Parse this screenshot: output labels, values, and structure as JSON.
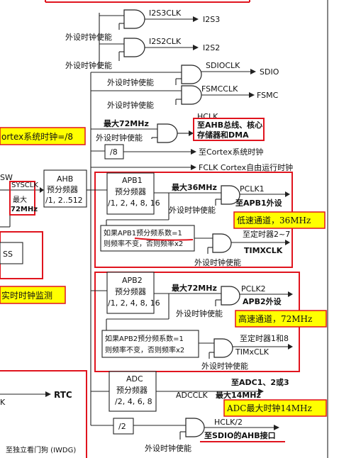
{
  "labels": {
    "i2s3clk": "I2S3CLK",
    "i2s3": "I2S3",
    "en1": "外设时钟使能",
    "i2s2clk": "I2S2CLK",
    "i2s2": "I2S2",
    "en2": "外设时钟使能",
    "sdioclk": "SDIOCLK",
    "sdio": "SDIO",
    "en3": "外设时钟使能",
    "fsmcclk": "FSMCCLK",
    "fsmc": "FSMC",
    "en4": "外设时钟使能",
    "max72_top": "最大72MHz",
    "hclk": "HCLK",
    "hclk_dest_line1": "至AHB总线、核心",
    "hclk_dest_line2": "存储器和DMA",
    "en5": "外设时钟使能",
    "div8": "/8",
    "cortex_tick": "至Cortex系统时钟",
    "fclk": "FCLK Cortex自由运行时钟",
    "cortex_note": "ortex系统时钟=/8",
    "sw": "SW",
    "sysclk": "SYSCLK",
    "sysclk_max_1": "最大",
    "sysclk_max_2": "72MHz",
    "ahb_1": "AHB",
    "ahb_2": "预分频器",
    "ahb_3": "/1, 2..512",
    "css": "SS",
    "rtc_monitor_note": "实时时钟监测",
    "apb1_1": "APB1",
    "apb1_2": "预分频器",
    "apb1_3": "/1, 2, 4, 8, 16",
    "max36": "最大36MHz",
    "pclk1": "PCLK1",
    "apb1_dest": "至APB1外设",
    "en6": "外设时钟使能",
    "apb1_note": "低速通道，36MHz",
    "apb1_rule_1": "如果APB1预分频系数=1",
    "apb1_rule_2": "则频率不变，否则频率x2",
    "timer27": "至定时器2~7",
    "timxclk_1": "TIMXCLK",
    "en7": "外设时钟使能",
    "apb2_1": "APB2",
    "apb2_2": "预分频器",
    "apb2_3": "/1, 2, 4, 8, 16",
    "max72_apb2": "最大72MHz",
    "pclk2": "PCLK2",
    "apb2_dest": "APB2外设",
    "en8": "外设时钟使能",
    "apb2_note": "高速通道，72MHz",
    "apb2_rule_1": "如果APB2预分频系数=1",
    "apb2_rule_2": "则频率不变，否则频率x2",
    "timer18": "至定时器1和8",
    "timxclk_2": "TIMxCLK",
    "en9": "外设时钟使能",
    "adc_1": "ADC",
    "adc_2": "预分频器",
    "adc_3": "/2, 4, 6, 8",
    "adc_dest": "至ADC1、2或3",
    "adcclk": "ADCCLK",
    "adcclk_max": "最大14MHz",
    "adc_note": "ADC最大时钟14MHz",
    "rtc": "RTC",
    "rtc_k": "K",
    "div2": "/2",
    "hclk2": "HCLK/2",
    "sdio_ahb": "至SDIO的AHB接口",
    "en10": "外设时钟使能",
    "iwdg": "至独立看门狗 (IWDG)"
  },
  "colors": {
    "highlight_red": "#e0141e",
    "note_yellow": "#ffff00"
  }
}
